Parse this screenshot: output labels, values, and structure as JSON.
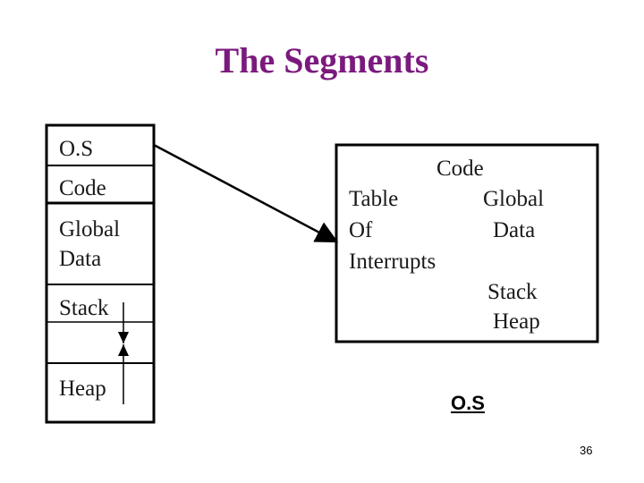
{
  "slide": {
    "title": "The Segments",
    "page_number": "36"
  },
  "memory_stack": {
    "os": "O.S",
    "code": "Code",
    "global": "Global",
    "data": "Data",
    "stack": "Stack",
    "heap": "Heap"
  },
  "expanded_box": {
    "code": "Code",
    "table": "Table",
    "of": "Of",
    "interrupts": "Interrupts",
    "global": "Global",
    "data": "Data",
    "stack": "Stack",
    "heap": "Heap"
  },
  "os_label": "O.S"
}
